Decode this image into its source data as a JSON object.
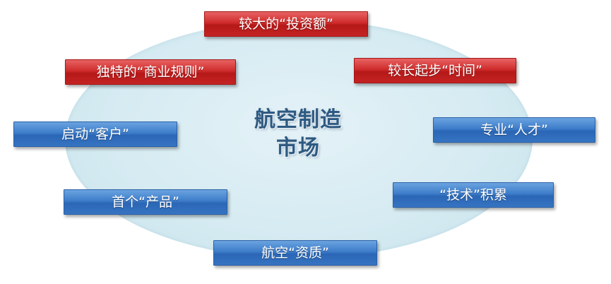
{
  "diagram": {
    "center": {
      "line1": "航空制造",
      "line2": "市场"
    },
    "barriers": {
      "investment": "较大的“投资额”",
      "business_rules": "独特的“商业规则”",
      "time": "较长起步“时间”",
      "launch_customer": "启动“客户”",
      "talent": "专业“人才”",
      "first_product": "首个“产品”",
      "technology": "“技术”积累",
      "qualification": "航空“资质”"
    },
    "colors": {
      "red_box": "#c42323",
      "blue_box": "#3674c2",
      "ellipse": "#d6ebf2",
      "center_text": "#2e5a82"
    }
  }
}
